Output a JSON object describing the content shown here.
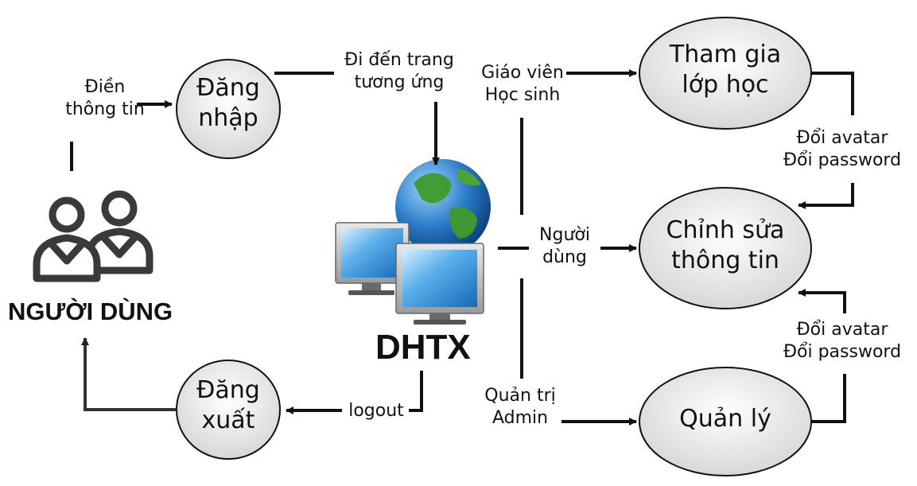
{
  "actor": {
    "label": "NGƯỜI DÙNG",
    "icon": "users-icon"
  },
  "system": {
    "label": "DHTX",
    "icon": "network-globe-icon"
  },
  "nodes": {
    "login": {
      "line1": "Đăng",
      "line2": "nhập"
    },
    "logout": {
      "line1": "Đăng",
      "line2": "xuất"
    },
    "join_class": {
      "line1": "Tham gia",
      "line2": "lớp học"
    },
    "edit_info": {
      "line1": "Chỉnh sửa",
      "line2": "thông tin"
    },
    "manage": {
      "line1": "Quản lý"
    }
  },
  "edges": {
    "fill_info": {
      "line1": "Điền",
      "line2": "thông tin"
    },
    "goto_page": {
      "line1": "Đi đến trang",
      "line2": "tương ứng"
    },
    "teacher_student": {
      "line1": "Giáo viên",
      "line2": "Học sinh"
    },
    "user": {
      "line1": "Người",
      "line2": "dùng"
    },
    "admin": {
      "line1": "Quản trị",
      "line2": "Admin"
    },
    "logout": {
      "line1": "logout"
    },
    "change_top": {
      "line1": "Đổi avatar",
      "line2": "Đổi password"
    },
    "change_bottom": {
      "line1": "Đổi avatar",
      "line2": "Đổi password"
    }
  }
}
